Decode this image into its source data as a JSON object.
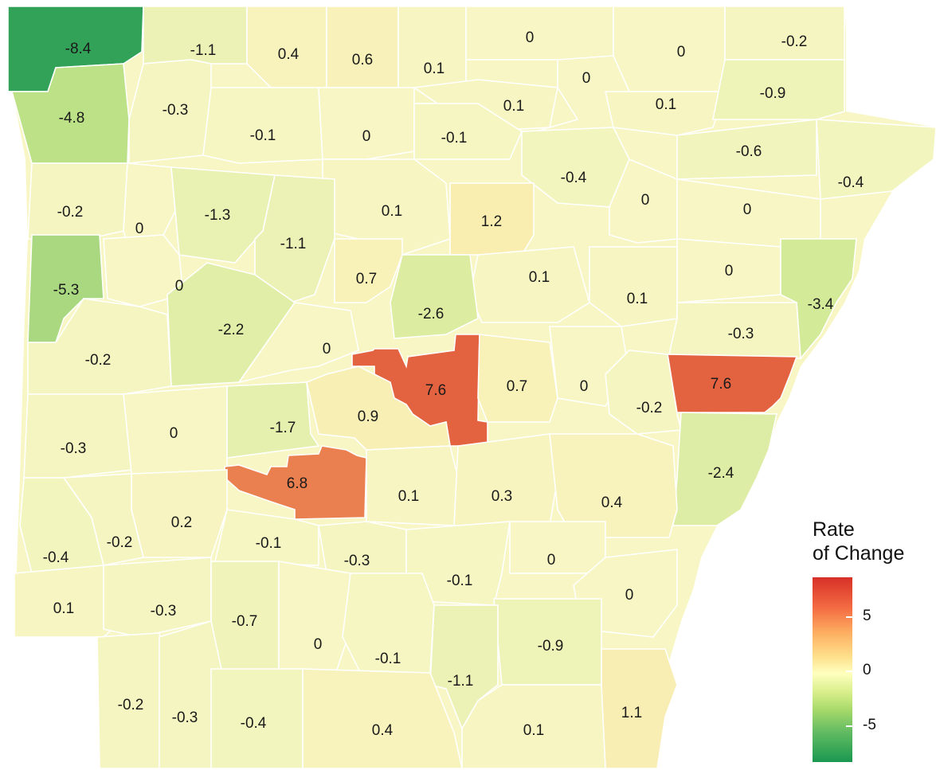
{
  "legend": {
    "title_line1": "Rate",
    "title_line2": "of Change",
    "ticks": [
      "5",
      "0",
      "-5"
    ],
    "colors": {
      "high": "#d73027",
      "mid": "#ffffbf",
      "low": "#1a9850"
    }
  },
  "colorscale": {
    "min": -9,
    "max": 9,
    "neutral_color": "#f7f6c4"
  },
  "counties": [
    {
      "label": "-8.4",
      "value": -8.4
    },
    {
      "label": "-1.1",
      "value": -1.1
    },
    {
      "label": "0.4",
      "value": 0.4
    },
    {
      "label": "0.6",
      "value": 0.6
    },
    {
      "label": "0.1",
      "value": 0.1
    },
    {
      "label": "0",
      "value": 0
    },
    {
      "label": "0",
      "value": 0
    },
    {
      "label": "-0.2",
      "value": -0.2
    },
    {
      "label": "-4.8",
      "value": -4.8
    },
    {
      "label": "-0.3",
      "value": -0.3
    },
    {
      "label": "0",
      "value": 0
    },
    {
      "label": "0.1",
      "value": 0.1
    },
    {
      "label": "0.1",
      "value": 0.1
    },
    {
      "label": "-0.9",
      "value": -0.9
    },
    {
      "label": "-0.1",
      "value": -0.1
    },
    {
      "label": "0",
      "value": 0
    },
    {
      "label": "-0.1",
      "value": -0.1
    },
    {
      "label": "-0.6",
      "value": -0.6
    },
    {
      "label": "-0.4",
      "value": -0.4
    },
    {
      "label": "-0.4",
      "value": -0.4
    },
    {
      "label": "-0.2",
      "value": -0.2
    },
    {
      "label": "0",
      "value": 0
    },
    {
      "label": "-1.3",
      "value": -1.3
    },
    {
      "label": "0.1",
      "value": 0.1
    },
    {
      "label": "1.2",
      "value": 1.2
    },
    {
      "label": "0",
      "value": 0
    },
    {
      "label": "0",
      "value": 0
    },
    {
      "label": "-1.1",
      "value": -1.1
    },
    {
      "label": "-5.3",
      "value": -5.3
    },
    {
      "label": "0",
      "value": 0
    },
    {
      "label": "0.7",
      "value": 0.7
    },
    {
      "label": "0.1",
      "value": 0.1
    },
    {
      "label": "0",
      "value": 0
    },
    {
      "label": "0.1",
      "value": 0.1
    },
    {
      "label": "-2.2",
      "value": -2.2
    },
    {
      "label": "-2.6",
      "value": -2.6
    },
    {
      "label": "-3.4",
      "value": -3.4
    },
    {
      "label": "-0.3",
      "value": -0.3
    },
    {
      "label": "-0.2",
      "value": -0.2
    },
    {
      "label": "0",
      "value": 0
    },
    {
      "label": "7.6",
      "value": 7.6
    },
    {
      "label": "0.7",
      "value": 0.7
    },
    {
      "label": "0",
      "value": 0
    },
    {
      "label": "7.6",
      "value": 7.6
    },
    {
      "label": "-0.2",
      "value": -0.2
    },
    {
      "label": "-0.3",
      "value": -0.3
    },
    {
      "label": "0",
      "value": 0
    },
    {
      "label": "-1.7",
      "value": -1.7
    },
    {
      "label": "0.9",
      "value": 0.9
    },
    {
      "label": "6.8",
      "value": 6.8
    },
    {
      "label": "-2.4",
      "value": -2.4
    },
    {
      "label": "0.1",
      "value": 0.1
    },
    {
      "label": "0.3",
      "value": 0.3
    },
    {
      "label": "0.4",
      "value": 0.4
    },
    {
      "label": "0.2",
      "value": 0.2
    },
    {
      "label": "-0.2",
      "value": -0.2
    },
    {
      "label": "-0.4",
      "value": -0.4
    },
    {
      "label": "-0.1",
      "value": -0.1
    },
    {
      "label": "-0.3",
      "value": -0.3
    },
    {
      "label": "0",
      "value": 0
    },
    {
      "label": "-0.1",
      "value": -0.1
    },
    {
      "label": "0",
      "value": 0
    },
    {
      "label": "0.1",
      "value": 0.1
    },
    {
      "label": "-0.3",
      "value": -0.3
    },
    {
      "label": "-0.7",
      "value": -0.7
    },
    {
      "label": "0",
      "value": 0
    },
    {
      "label": "-0.1",
      "value": -0.1
    },
    {
      "label": "-0.9",
      "value": -0.9
    },
    {
      "label": "-1.1",
      "value": -1.1
    },
    {
      "label": "1.1",
      "value": 1.1
    },
    {
      "label": "-0.2",
      "value": -0.2
    },
    {
      "label": "-0.3",
      "value": -0.3
    },
    {
      "label": "-0.4",
      "value": -0.4
    },
    {
      "label": "0.4",
      "value": 0.4
    },
    {
      "label": "0.1",
      "value": 0.1
    }
  ]
}
